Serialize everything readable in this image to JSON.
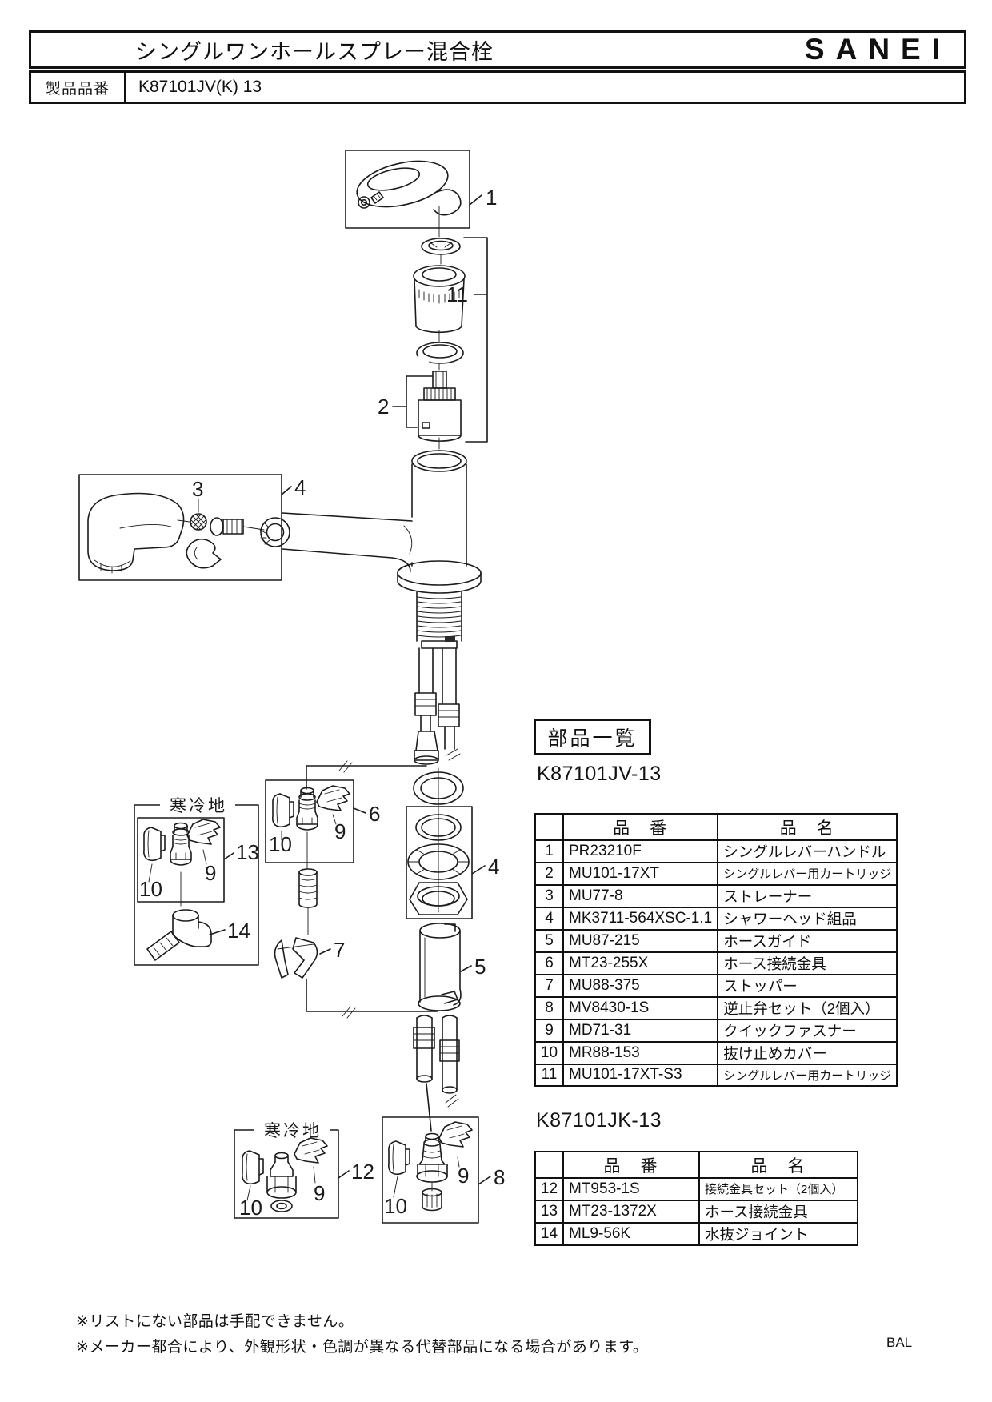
{
  "header": {
    "title": "シングルワンホールスプレー混合栓",
    "brand": "SANEI"
  },
  "product": {
    "label": "製品品番",
    "value": "K87101JV(K) 13"
  },
  "parts_list": {
    "heading": "部品一覧",
    "col_part": "品　番",
    "col_name": "品　名",
    "tables": [
      {
        "model": "K87101JV-13",
        "rows": [
          {
            "no": "1",
            "part": "PR23210F",
            "name": "シングルレバーハンドル"
          },
          {
            "no": "2",
            "part": "MU101-17XT",
            "name": "シングルレバー用カートリッジ"
          },
          {
            "no": "3",
            "part": "MU77-8",
            "name": "ストレーナー"
          },
          {
            "no": "4",
            "part": "MK3711-564XSC-1.1",
            "name": "シャワーヘッド組品"
          },
          {
            "no": "5",
            "part": "MU87-215",
            "name": "ホースガイド"
          },
          {
            "no": "6",
            "part": "MT23-255X",
            "name": "ホース接続金具"
          },
          {
            "no": "7",
            "part": "MU88-375",
            "name": "ストッパー"
          },
          {
            "no": "8",
            "part": "MV8430-1S",
            "name": "逆止弁セット（2個入）"
          },
          {
            "no": "9",
            "part": "MD71-31",
            "name": "クイックファスナー"
          },
          {
            "no": "10",
            "part": "MR88-153",
            "name": "抜け止めカバー"
          },
          {
            "no": "11",
            "part": "MU101-17XT-S3",
            "name": "シングルレバー用カートリッジ"
          }
        ]
      },
      {
        "model": "K87101JK-13",
        "rows": [
          {
            "no": "12",
            "part": "MT953-1S",
            "name": "接続金具セット（2個入）"
          },
          {
            "no": "13",
            "part": "MT23-1372X",
            "name": "ホース接続金具"
          },
          {
            "no": "14",
            "part": "ML9-56K",
            "name": "水抜ジョイント"
          }
        ]
      }
    ]
  },
  "diagram": {
    "cold_region_label": "寒冷地",
    "callouts": {
      "c1": "1",
      "c2": "2",
      "c3": "3",
      "c4": "4",
      "c5": "5",
      "c6": "6",
      "c7": "7",
      "c8": "8",
      "c9": "9",
      "c10": "10",
      "c11": "11",
      "c12": "12",
      "c13": "13",
      "c14": "14"
    }
  },
  "footer": {
    "note1": "※リストにない部品は手配できません。",
    "note2": "※メーカー都合により、外観形状・色調が異なる代替部品になる場合があります。",
    "page_code": "BAL"
  }
}
